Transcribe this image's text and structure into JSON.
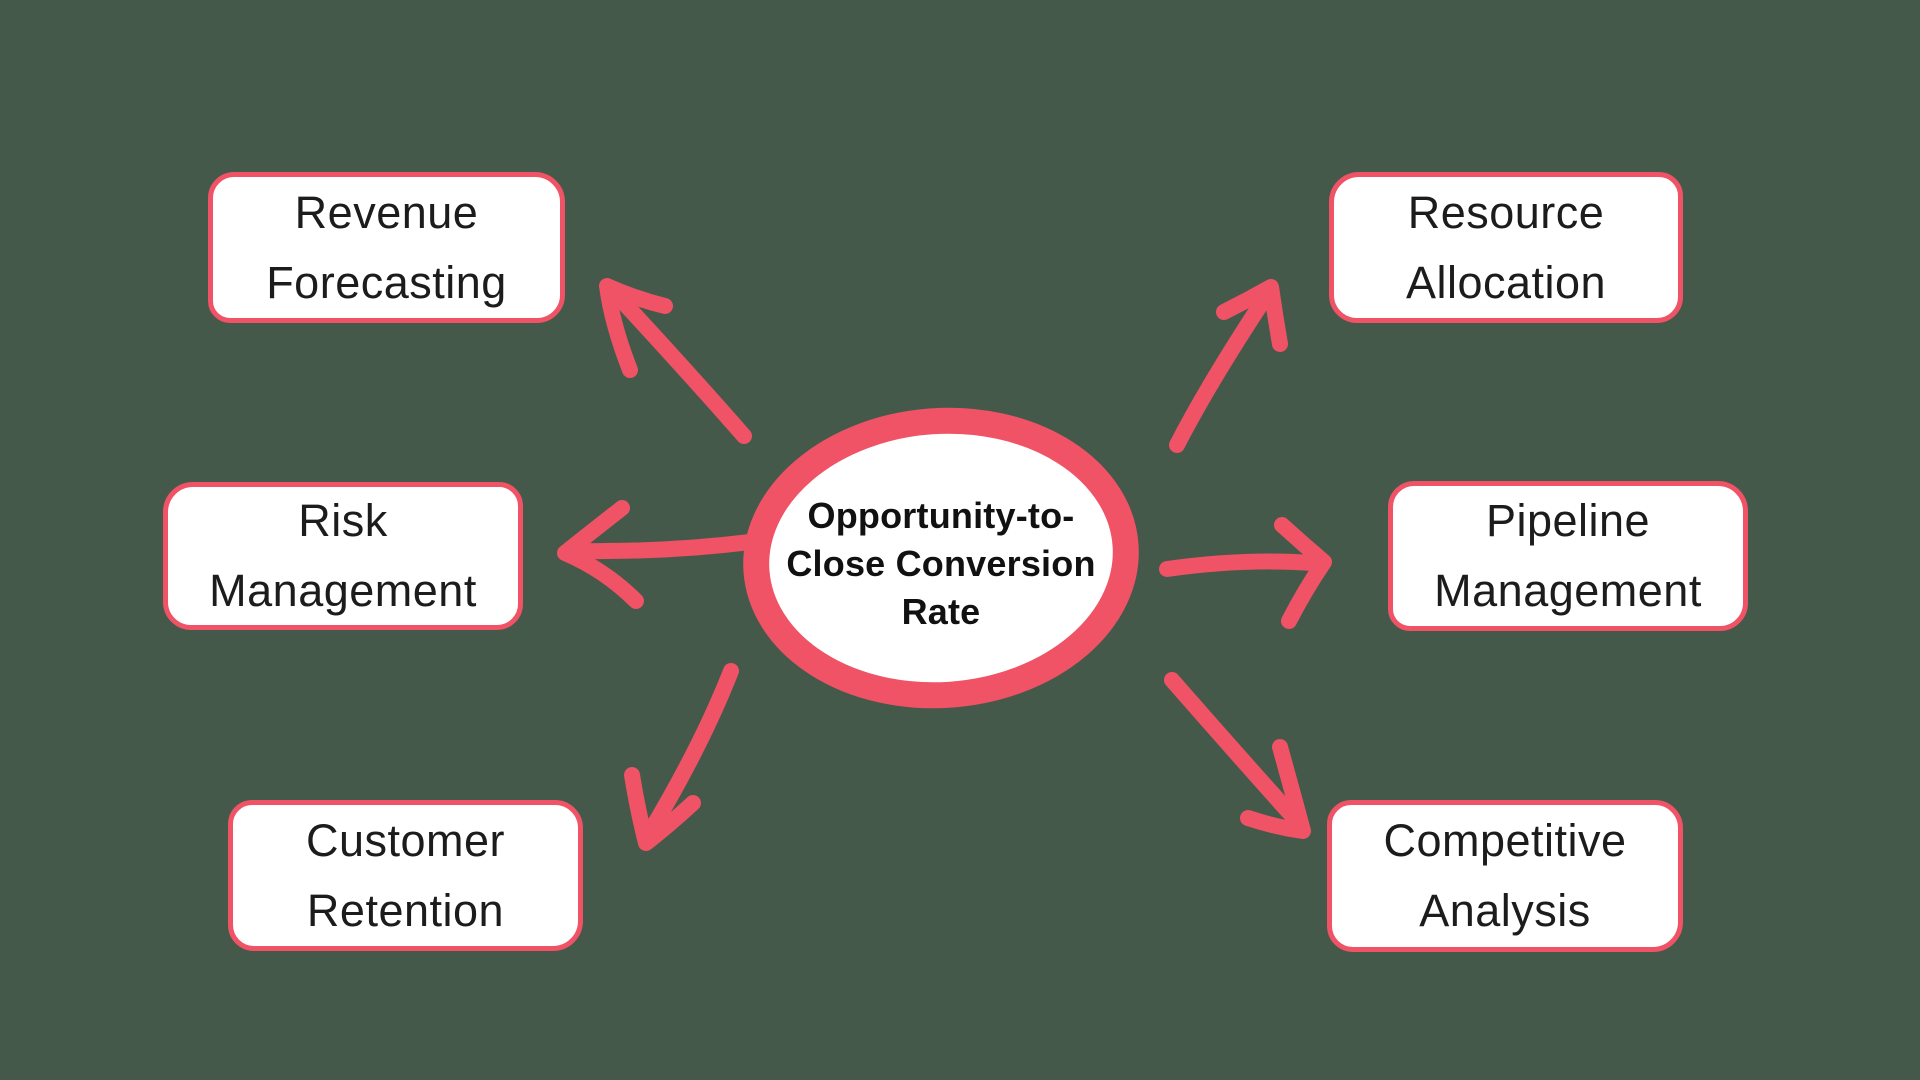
{
  "diagram": {
    "type": "mind-map",
    "colors": {
      "background": "#45594a",
      "accent": "#f05266",
      "node_fill": "#ffffff",
      "text": "#1c1c1c"
    },
    "center": {
      "label": "Opportunity-to-Close Conversion Rate",
      "lines": [
        "Opportunity-to-",
        "Close Conversion",
        "Rate"
      ]
    },
    "nodes": [
      {
        "id": "revenue-forecasting",
        "label": "Revenue Forecasting",
        "lines": [
          "Revenue",
          "Forecasting"
        ],
        "position": "top-left"
      },
      {
        "id": "risk-management",
        "label": "Risk Management",
        "lines": [
          "Risk",
          "Management"
        ],
        "position": "middle-left"
      },
      {
        "id": "customer-retention",
        "label": "Customer Retention",
        "lines": [
          "Customer",
          "Retention"
        ],
        "position": "bottom-left"
      },
      {
        "id": "resource-allocation",
        "label": "Resource Allocation",
        "lines": [
          "Resource",
          "Allocation"
        ],
        "position": "top-right"
      },
      {
        "id": "pipeline-management",
        "label": "Pipeline Management",
        "lines": [
          "Pipeline",
          "Management"
        ],
        "position": "middle-right"
      },
      {
        "id": "competitive-analysis",
        "label": "Competitive Analysis",
        "lines": [
          "Competitive",
          "Analysis"
        ],
        "position": "bottom-right"
      }
    ],
    "connections": [
      {
        "from": "center",
        "to": "revenue-forecasting"
      },
      {
        "from": "center",
        "to": "risk-management"
      },
      {
        "from": "center",
        "to": "customer-retention"
      },
      {
        "from": "center",
        "to": "resource-allocation"
      },
      {
        "from": "center",
        "to": "pipeline-management"
      },
      {
        "from": "center",
        "to": "competitive-analysis"
      }
    ]
  }
}
